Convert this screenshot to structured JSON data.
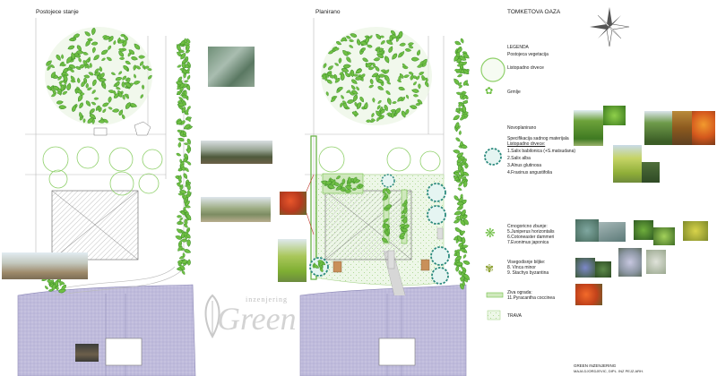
{
  "headings": {
    "existing": "Postojece stanje",
    "planned": "Planirano",
    "project": "TOMKETOVA OAZA"
  },
  "watermark": {
    "sub": "inzenjering",
    "main": "Green"
  },
  "legend": {
    "title": "LEGENDA",
    "existing_veg": "Postojeca vegetacija",
    "deciduous": "Listopadno drvece",
    "shrubs": "Grmlje",
    "new_planting": "Novoplanirano",
    "spec": "Specifikacija sadnog materijala",
    "trees_head": "Listopadno drvece:",
    "trees": [
      "1.Salix babilonica (+S.matsudana)",
      "2.Salix alba",
      "3.Alnus glutinosa",
      "4.Fraxinus angustifolia"
    ],
    "conifers_head": "Crnogoricno zbunje:",
    "conifers": [
      "5.Juniperus horizontalis",
      "6.Cotoneaster dammeri",
      "7.Evonimus japonica"
    ],
    "groundcover_head": "Visegodisnje biljke:",
    "groundcover": [
      "8. Vinca minor",
      "9. Stachys byzantina"
    ],
    "hedge_head": "Ziva ograda:",
    "hedge": [
      "11.Pyracantha coccinea"
    ],
    "grass": "TRAVA"
  },
  "footer": {
    "company": "GREEN INZENJERING",
    "author": "MAJA DJORDJEVIC, DIPL. INZ PEJZ.ARH."
  },
  "colors": {
    "foliage": "#6fbf44",
    "foliage_dark": "#3f8f2a",
    "grass": "#e6f3df",
    "paving": "#b9b4d6",
    "roof": "#d9d9d9"
  }
}
